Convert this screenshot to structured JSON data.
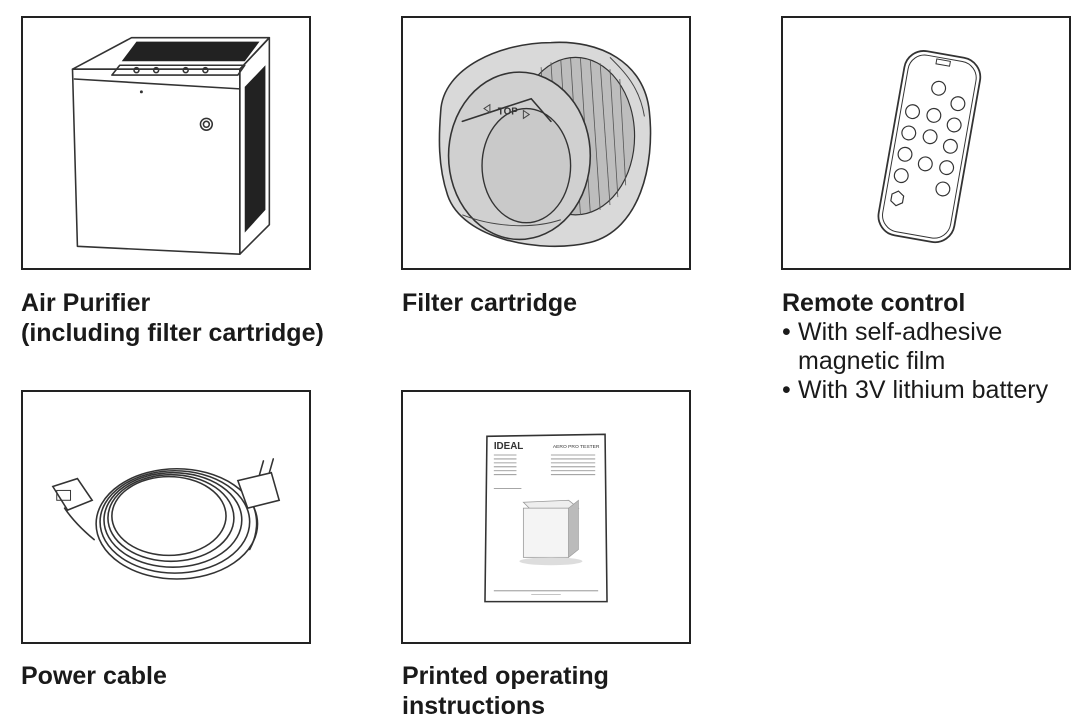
{
  "items": [
    {
      "id": "air-purifier",
      "title_lines": [
        "Air Purifier",
        "(including filter cartridge)"
      ],
      "bullets": []
    },
    {
      "id": "filter-cartridge",
      "title_lines": [
        "Filter cartridge"
      ],
      "bullets": [],
      "label_top": "TOP"
    },
    {
      "id": "remote-control",
      "title_lines": [
        "Remote control"
      ],
      "bullets": [
        "With self-adhesive magnetic film",
        "With 3V lithium battery"
      ]
    },
    {
      "id": "power-cable",
      "title_lines": [
        "Power cable"
      ],
      "bullets": []
    },
    {
      "id": "operating-instructions",
      "title_lines": [
        "Printed operating",
        "instructions"
      ],
      "bullets": [],
      "booklet_brand": "IDEAL",
      "booklet_brand_right": "AERO PRO TESTER"
    }
  ]
}
